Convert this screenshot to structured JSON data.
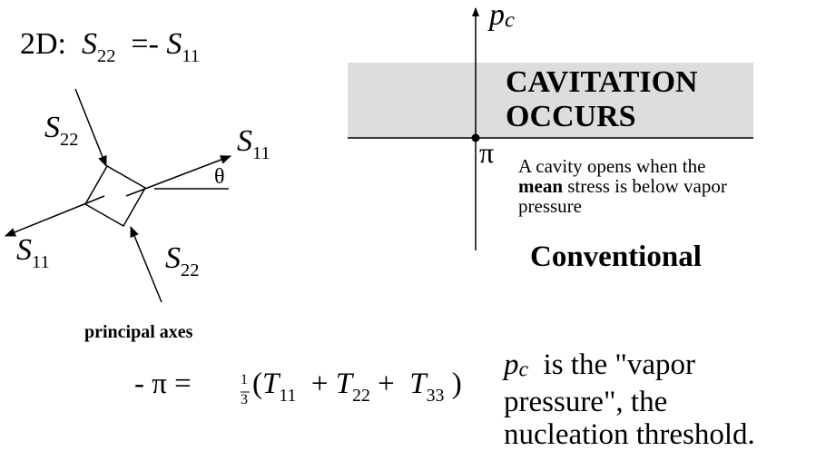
{
  "left": {
    "equation_prefix": "2D:",
    "equation_lhs_letter": "S",
    "equation_lhs_sub": "22",
    "equation_op": "=-",
    "equation_rhs_letter": "S",
    "equation_rhs_sub": "11",
    "label_s22_top": {
      "letter": "S",
      "sub": "22"
    },
    "label_s11_right": {
      "letter": "S",
      "sub": "11"
    },
    "label_theta": "θ",
    "label_s11_left": {
      "letter": "S",
      "sub": "11"
    },
    "label_s22_bottom": {
      "letter": "S",
      "sub": "22"
    },
    "caption": "principal axes"
  },
  "formula": {
    "lhs": "- π =",
    "frac_num": "1",
    "frac_den": "3",
    "open": "(",
    "t1": "T",
    "t1_sub": "11",
    "plus1": "+",
    "t2": "T",
    "t2_sub": "22",
    "plus2": "+",
    "t3": "T",
    "t3_sub": "33",
    "close": ")"
  },
  "right": {
    "axis_label_p": "p",
    "axis_label_c": "c",
    "region_line1": "CAVITATION",
    "region_line2": "OCCURS",
    "pi_label": "π",
    "note_line1": "A cavity opens when the",
    "note_bold": "mean",
    "note_line2_rest": " stress is below vapor",
    "note_line3": "pressure",
    "conventional": "Conventional",
    "footer_p": "p",
    "footer_c": "c",
    "footer_line1_rest": "  is the \"vapor",
    "footer_line2": "pressure\", the",
    "footer_line3": "nucleation threshold."
  },
  "colors": {
    "region_fill": "#dddddd",
    "ink": "#000000"
  }
}
